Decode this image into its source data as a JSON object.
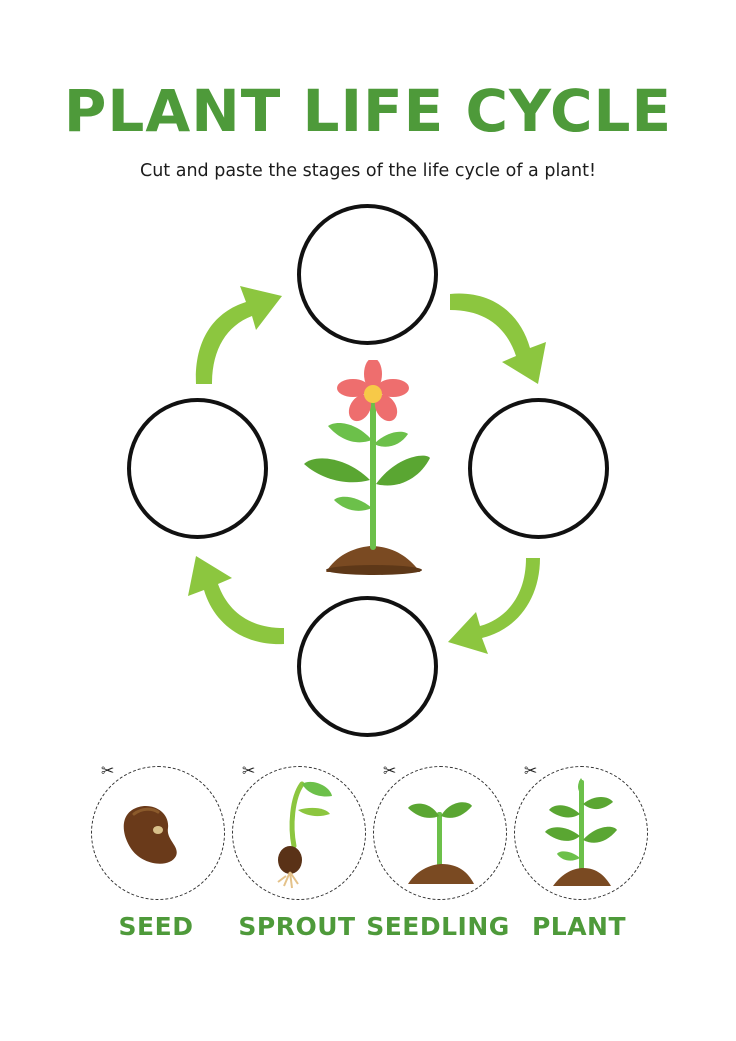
{
  "worksheet": {
    "title": "PLANT LIFE CYCLE",
    "instruction": "Cut and paste the stages of the life cycle of a plant!"
  },
  "colors": {
    "title_green": "#4e9a3a",
    "arrow_green": "#8cc63f",
    "flower_pink": "#ee6e6e",
    "leaf_green": "#5aa632",
    "soil_brown": "#7a4a22"
  },
  "stages": [
    {
      "label": "SEED"
    },
    {
      "label": "SPROUT"
    },
    {
      "label": "SEEDLING"
    },
    {
      "label": "PLANT"
    }
  ],
  "icons": {
    "scissors": "✂"
  }
}
